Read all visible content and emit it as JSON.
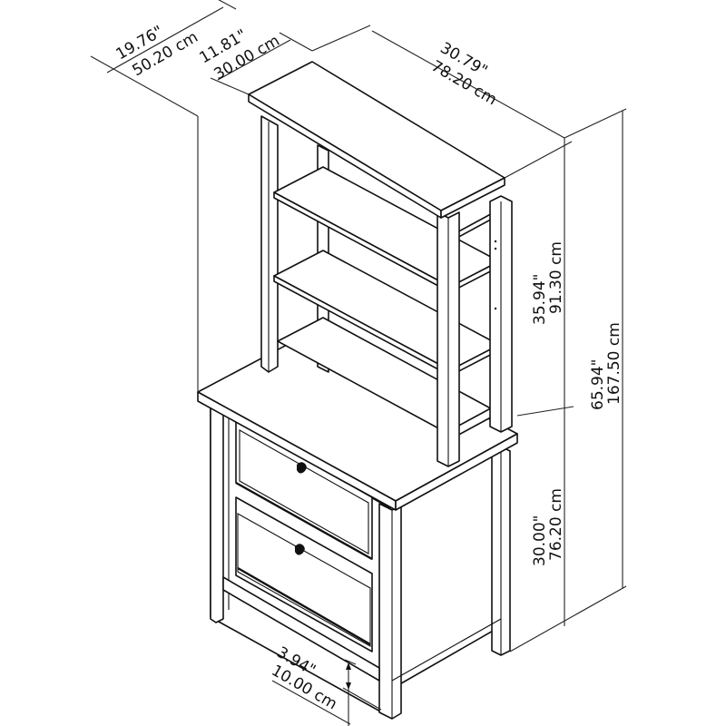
{
  "diagram": {
    "subject": "Bookcase hutch on two-drawer lateral file cabinet",
    "line_color": "#111111",
    "background": "#ffffff"
  },
  "dimensions": {
    "overall_depth": {
      "inches": "19.76\"",
      "cm": "50.20 cm"
    },
    "hutch_depth": {
      "inches": "11.81\"",
      "cm": "30.00 cm"
    },
    "width": {
      "inches": "30.79\"",
      "cm": "78.20 cm"
    },
    "hutch_height": {
      "inches": "35.94\"",
      "cm": "91.30 cm"
    },
    "overall_height": {
      "inches": "65.94\"",
      "cm": "167.50 cm"
    },
    "cabinet_height": {
      "inches": "30.00\"",
      "cm": "76.20 cm"
    },
    "floor_clearance": {
      "inches": "3.94\"",
      "cm": "10.00 cm"
    }
  }
}
